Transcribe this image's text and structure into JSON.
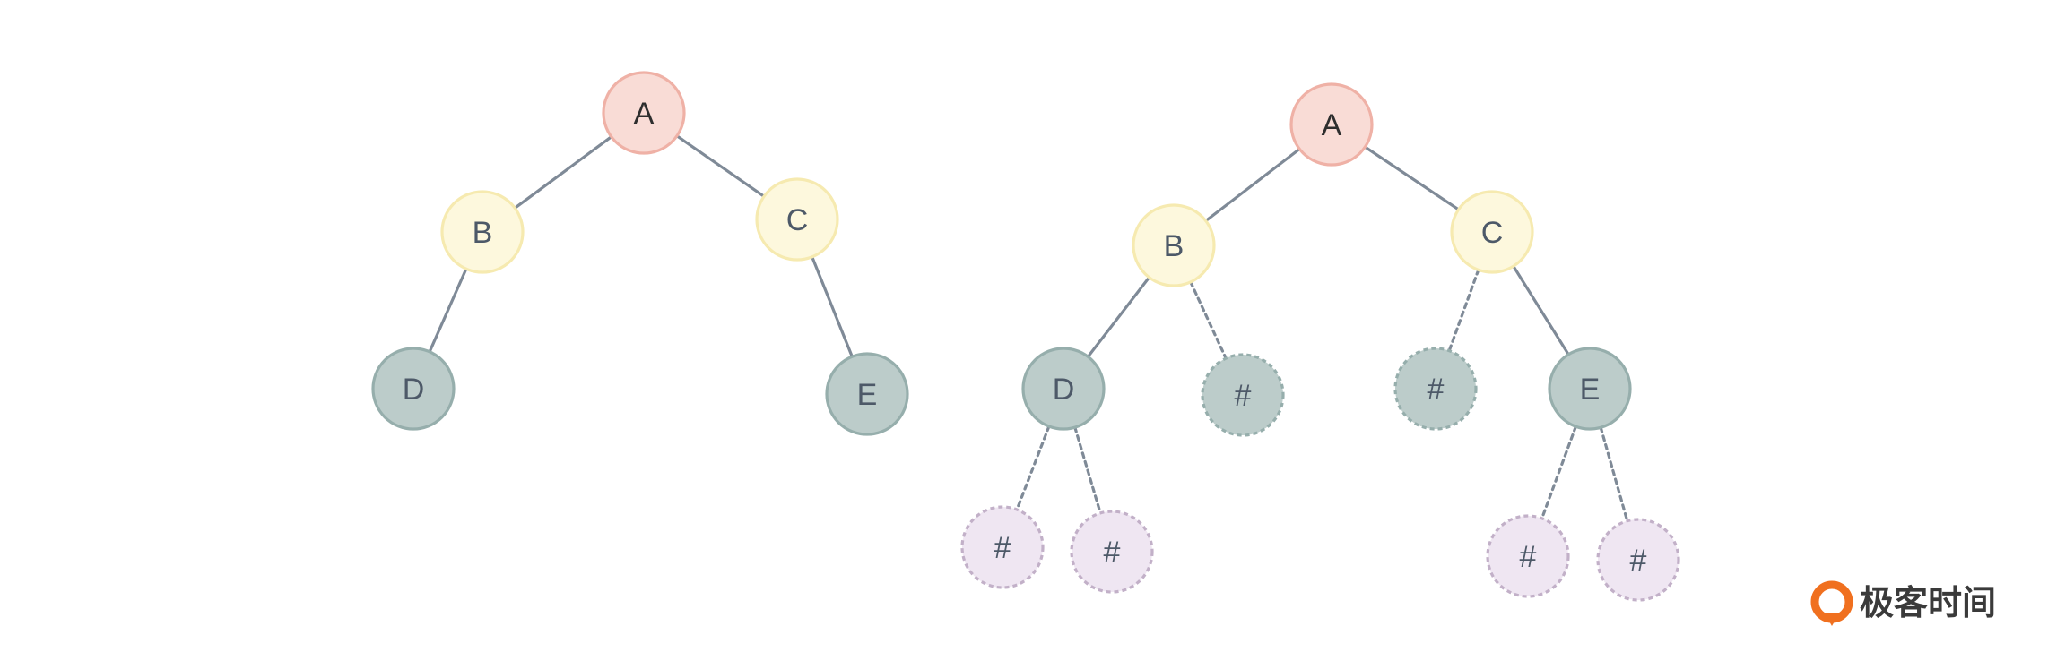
{
  "diagram": {
    "type": "binary-tree-comparison",
    "colors": {
      "edge": "#7f8a97",
      "label": "#4d5968",
      "root_label": "#2e2e2e",
      "root": {
        "fill": "#f9dcd6",
        "stroke": "#efb1a6"
      },
      "level1": {
        "fill": "#fdf8dd",
        "stroke": "#f6eab0"
      },
      "level2": {
        "fill": "#bcccca",
        "stroke": "#96aeac"
      },
      "null_leaf": {
        "fill": "#efe6f2",
        "stroke": "#c2b0c8"
      }
    },
    "trees": [
      {
        "name": "original-tree",
        "nodes": [
          {
            "id": "t1-a",
            "label": "A",
            "style": "root"
          },
          {
            "id": "t1-b",
            "label": "B",
            "style": "level1"
          },
          {
            "id": "t1-c",
            "label": "C",
            "style": "level1"
          },
          {
            "id": "t1-d",
            "label": "D",
            "style": "level2"
          },
          {
            "id": "t1-e",
            "label": "E",
            "style": "level2"
          }
        ],
        "edges": [
          {
            "from": "t1-a",
            "to": "t1-b",
            "dashed": false
          },
          {
            "from": "t1-a",
            "to": "t1-c",
            "dashed": false
          },
          {
            "from": "t1-b",
            "to": "t1-d",
            "dashed": false
          },
          {
            "from": "t1-c",
            "to": "t1-e",
            "dashed": false
          }
        ]
      },
      {
        "name": "extended-tree",
        "nodes": [
          {
            "id": "t2-a",
            "label": "A",
            "style": "root"
          },
          {
            "id": "t2-b",
            "label": "B",
            "style": "level1"
          },
          {
            "id": "t2-c",
            "label": "C",
            "style": "level1"
          },
          {
            "id": "t2-d",
            "label": "D",
            "style": "level2"
          },
          {
            "id": "t2-b-null",
            "label": "#",
            "style": "level2",
            "dashed": true
          },
          {
            "id": "t2-c-null",
            "label": "#",
            "style": "level2",
            "dashed": true
          },
          {
            "id": "t2-e",
            "label": "E",
            "style": "level2"
          },
          {
            "id": "t2-d-null-left",
            "label": "#",
            "style": "null_leaf",
            "dashed": true
          },
          {
            "id": "t2-d-null-right",
            "label": "#",
            "style": "null_leaf",
            "dashed": true
          },
          {
            "id": "t2-e-null-left",
            "label": "#",
            "style": "null_leaf",
            "dashed": true
          },
          {
            "id": "t2-e-null-right",
            "label": "#",
            "style": "null_leaf",
            "dashed": true
          }
        ],
        "edges": [
          {
            "from": "t2-a",
            "to": "t2-b",
            "dashed": false
          },
          {
            "from": "t2-a",
            "to": "t2-c",
            "dashed": false
          },
          {
            "from": "t2-b",
            "to": "t2-d",
            "dashed": false
          },
          {
            "from": "t2-b",
            "to": "t2-b-null",
            "dashed": true
          },
          {
            "from": "t2-c",
            "to": "t2-c-null",
            "dashed": true
          },
          {
            "from": "t2-c",
            "to": "t2-e",
            "dashed": false
          },
          {
            "from": "t2-d",
            "to": "t2-d-null-left",
            "dashed": true
          },
          {
            "from": "t2-d",
            "to": "t2-d-null-right",
            "dashed": true
          },
          {
            "from": "t2-e",
            "to": "t2-e-null-left",
            "dashed": true
          },
          {
            "from": "t2-e",
            "to": "t2-e-null-right",
            "dashed": true
          }
        ]
      }
    ]
  },
  "watermark": {
    "text": "极客时间",
    "colors": {
      "icon": "#f0701f",
      "text": "#3a3a3a"
    }
  }
}
